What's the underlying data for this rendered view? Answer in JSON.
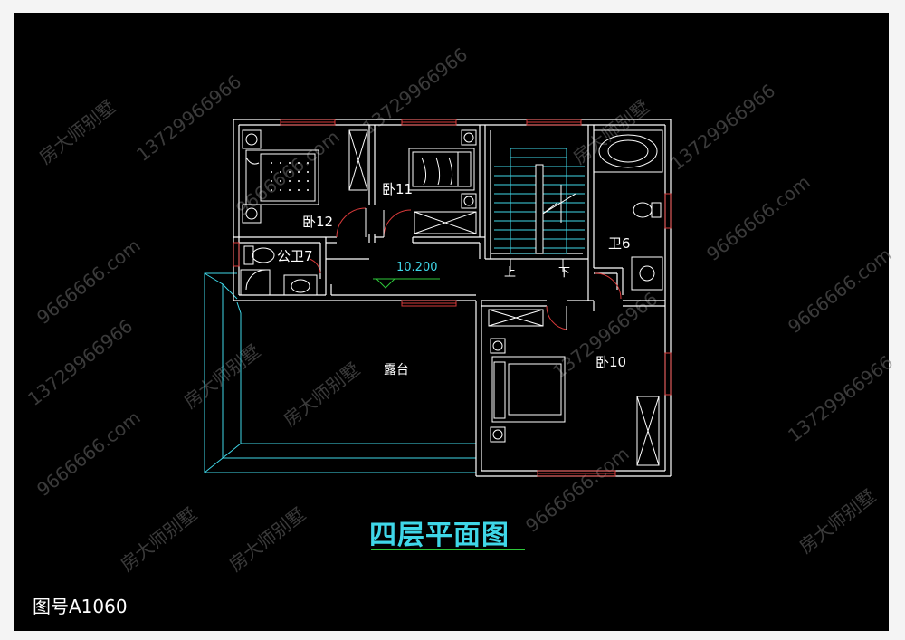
{
  "drawing": {
    "title": "四层平面图",
    "code": "图号A1060",
    "elevation": "10.200",
    "stair_up": "上",
    "stair_down": "下",
    "rooms": {
      "bedroom_12": "卧12",
      "bedroom_11": "卧11",
      "bedroom_10": "卧10",
      "public_bath_7": "公卫7",
      "bath_6": "卫6",
      "terrace": "露台"
    },
    "watermarks": [
      "房大师别墅",
      "13729966966",
      "9666666.com"
    ]
  },
  "colors": {
    "background": "#000000",
    "wall": "#ffffff",
    "cyan": "#3fd7e8",
    "window": "#d83a3a",
    "underline": "#2ec83a"
  }
}
